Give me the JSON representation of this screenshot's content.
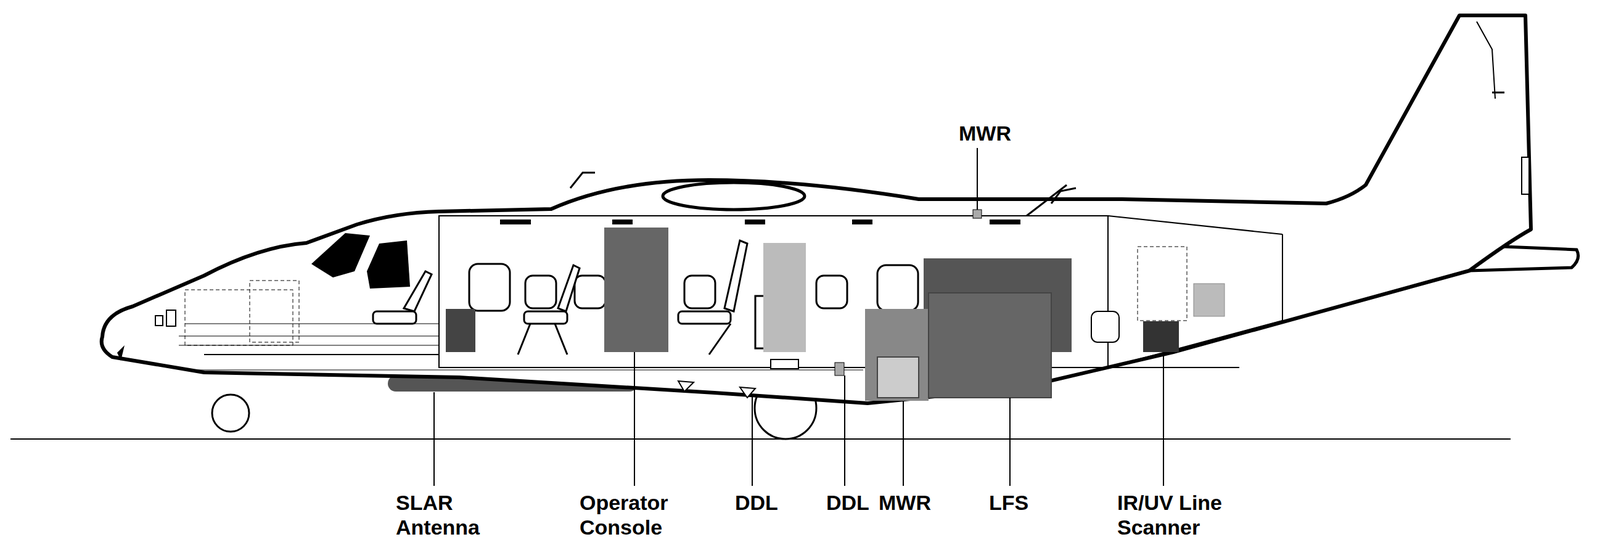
{
  "diagram": {
    "labels": [
      "MWR",
      "SLAR Antenna",
      "Operator Console",
      "DDL",
      "DDL",
      "MWR",
      "LFS",
      "IR/UV Line Scanner"
    ]
  }
}
